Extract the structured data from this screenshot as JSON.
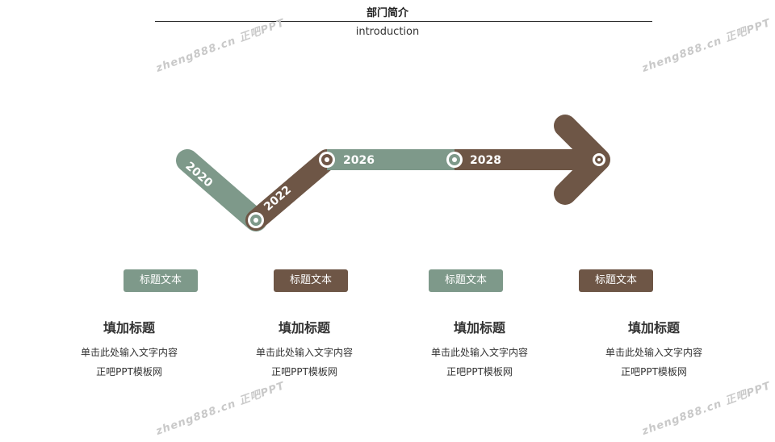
{
  "header": {
    "title": "部门简介",
    "subtitle": "introduction"
  },
  "watermark": "zheng888.cn 正吧PPT",
  "colors": {
    "green": "#7e998a",
    "brown": "#6e5646"
  },
  "timeline": {
    "years": [
      "2020",
      "2022",
      "2026",
      "2028"
    ]
  },
  "columns": [
    {
      "tag": "标题文本",
      "heading": "填加标题",
      "line1": "单击此处输入文字内容",
      "line2": "正吧PPT模板网"
    },
    {
      "tag": "标题文本",
      "heading": "填加标题",
      "line1": "单击此处输入文字内容",
      "line2": "正吧PPT模板网"
    },
    {
      "tag": "标题文本",
      "heading": "填加标题",
      "line1": "单击此处输入文字内容",
      "line2": "正吧PPT模板网"
    },
    {
      "tag": "标题文本",
      "heading": "填加标题",
      "line1": "单击此处输入文字内容",
      "line2": "正吧PPT模板网"
    }
  ]
}
